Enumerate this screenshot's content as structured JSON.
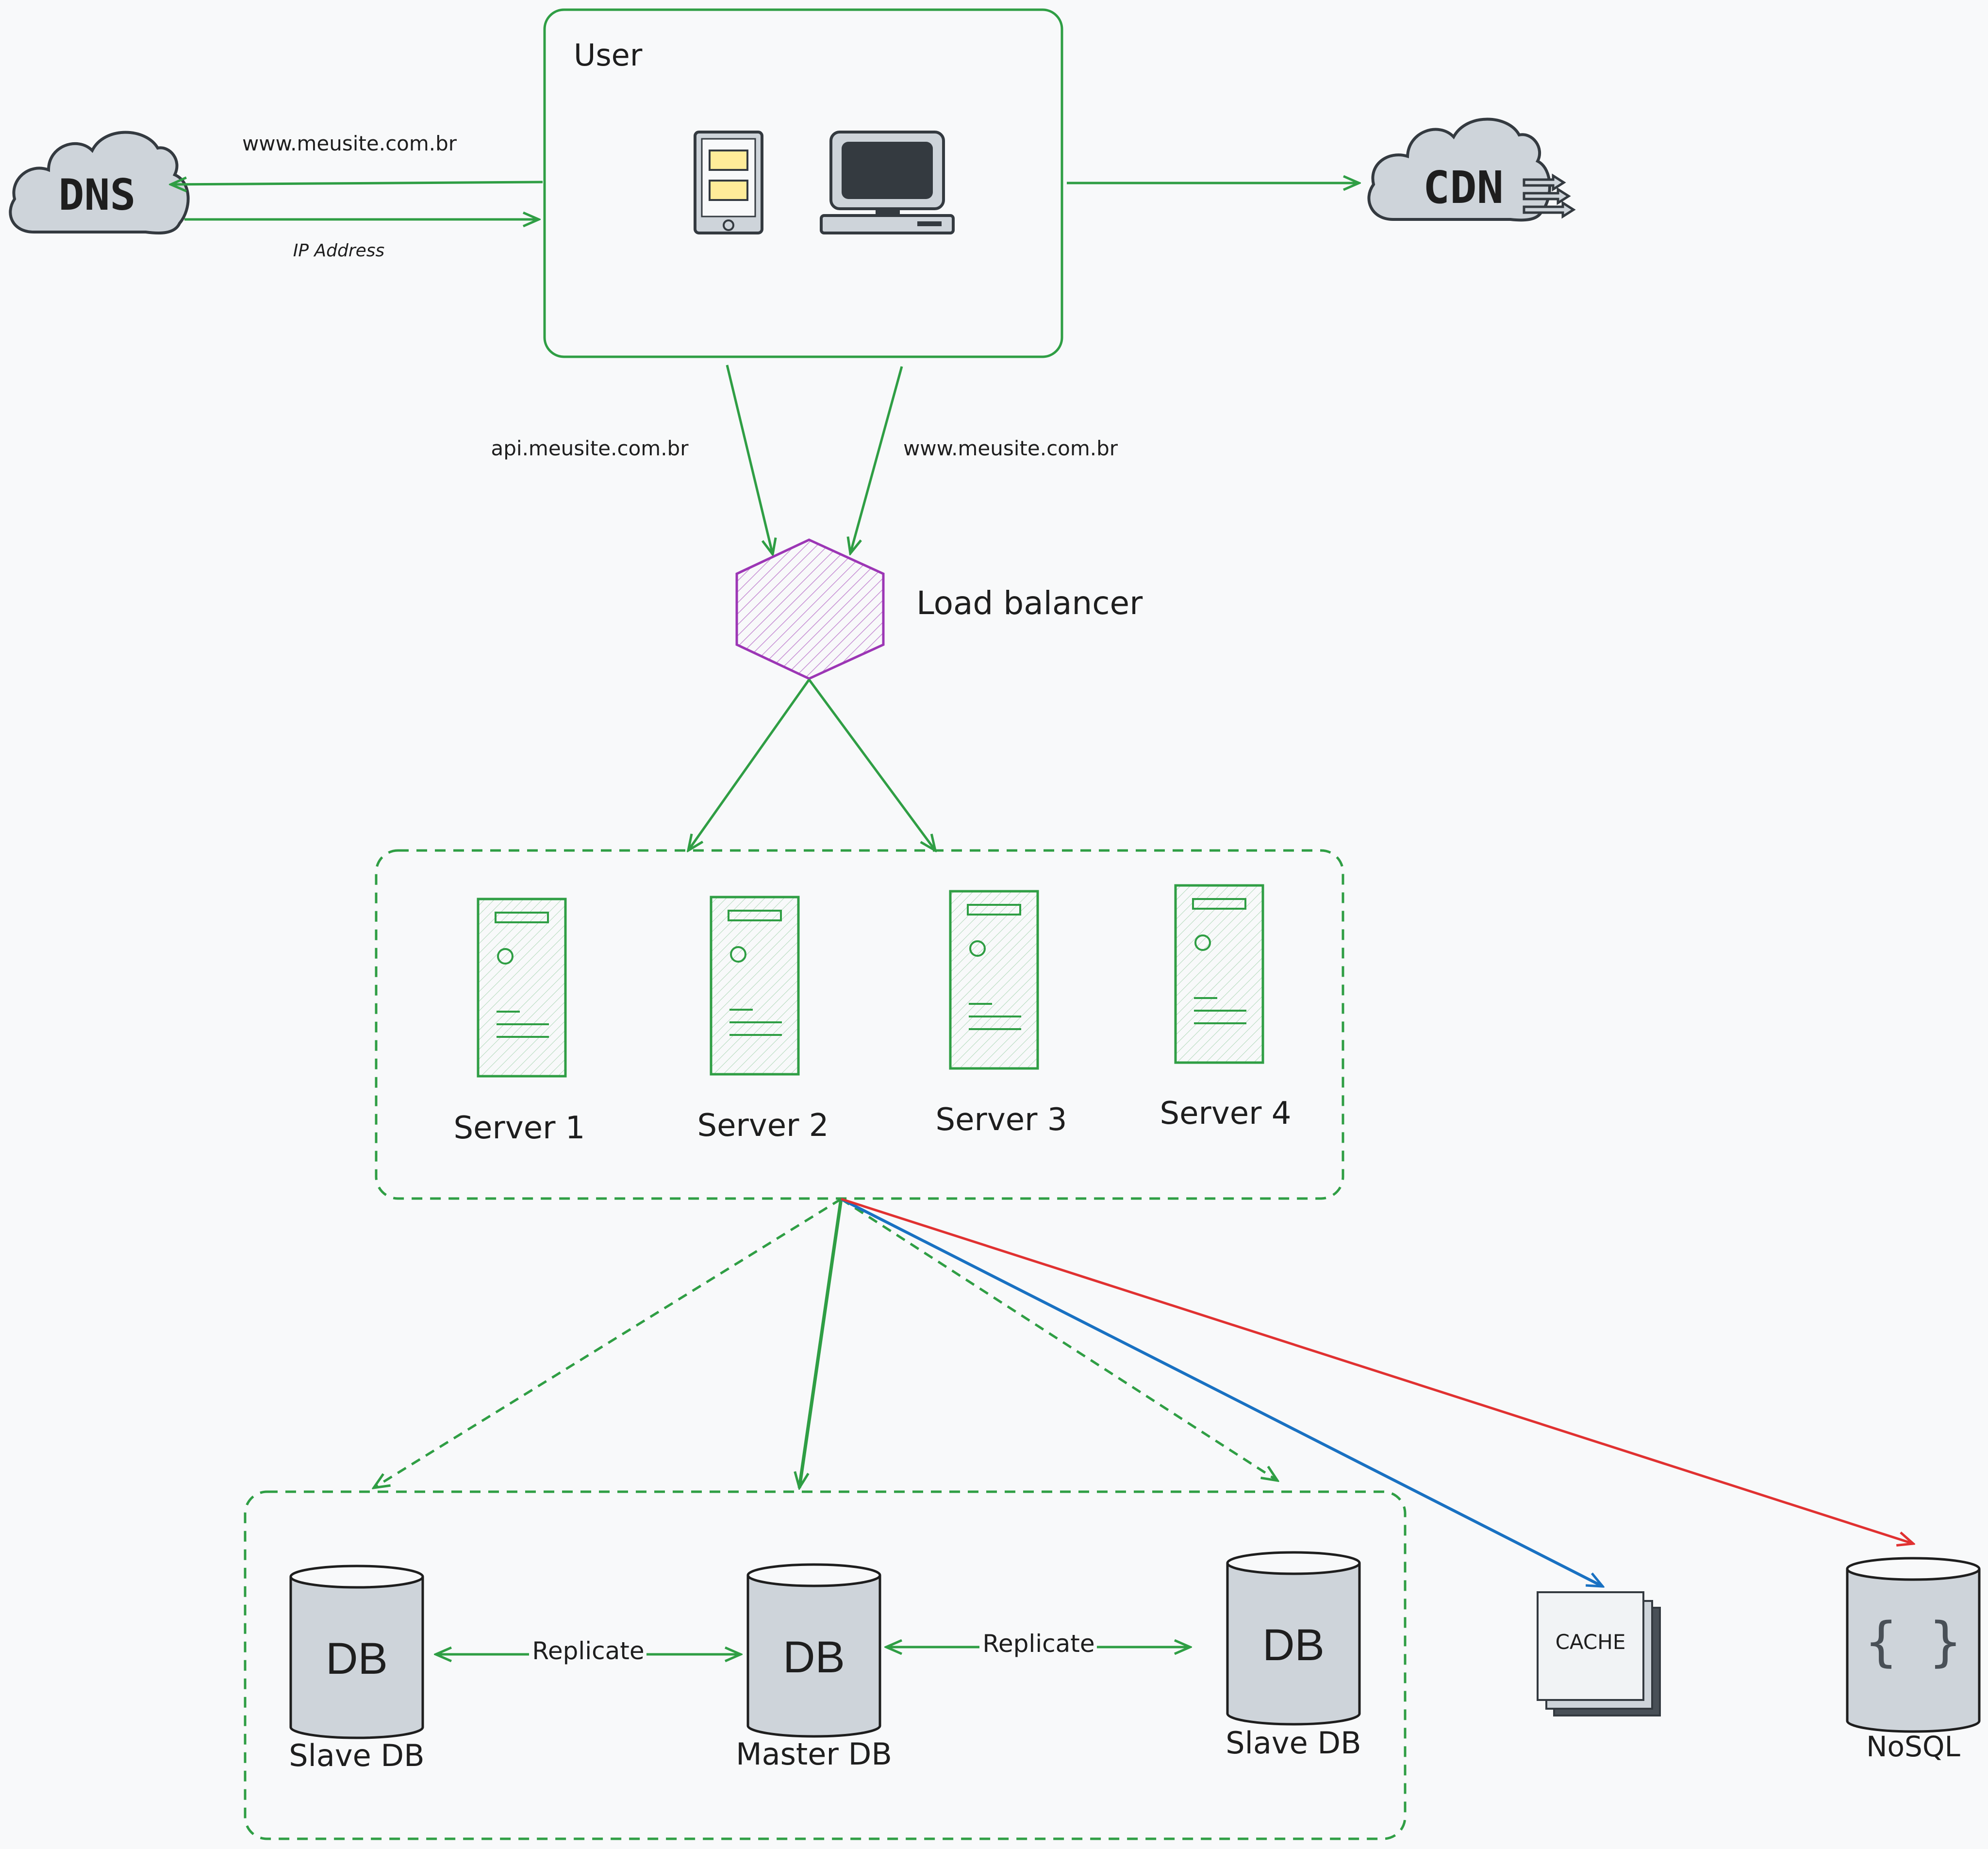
{
  "colors": {
    "background": "#f8f9fa",
    "green": "#2f9e44",
    "green_fill": "#b2f2bb",
    "purple": "#9c36b5",
    "blue": "#1971c2",
    "red": "#e03131",
    "gray_fill": "#ced4da",
    "dark": "#343a40",
    "tape_yellow": "#ffec99"
  },
  "user": {
    "title": "User",
    "icons": [
      "tablet-icon",
      "computer-icon"
    ]
  },
  "dns": {
    "label": "DNS"
  },
  "cdn": {
    "label": "CDN"
  },
  "edges": {
    "dns_request": "www.meusite.com.br",
    "dns_response": "IP Address",
    "api_domain": "api.meusite.com.br",
    "www_domain": "www.meusite.com.br",
    "replicate_left": "Replicate",
    "replicate_right": "Replicate"
  },
  "load_balancer": {
    "label": "Load balancer"
  },
  "servers": [
    {
      "label": "Server 1"
    },
    {
      "label": "Server 2"
    },
    {
      "label": "Server 3"
    },
    {
      "label": "Server 4"
    }
  ],
  "databases": [
    {
      "symbol": "DB",
      "label": "Slave DB"
    },
    {
      "symbol": "DB",
      "label": "Master DB"
    },
    {
      "symbol": "DB",
      "label": "Slave DB"
    }
  ],
  "cache": {
    "label": "CACHE"
  },
  "nosql": {
    "symbol": "{ }",
    "label": "NoSQL"
  }
}
